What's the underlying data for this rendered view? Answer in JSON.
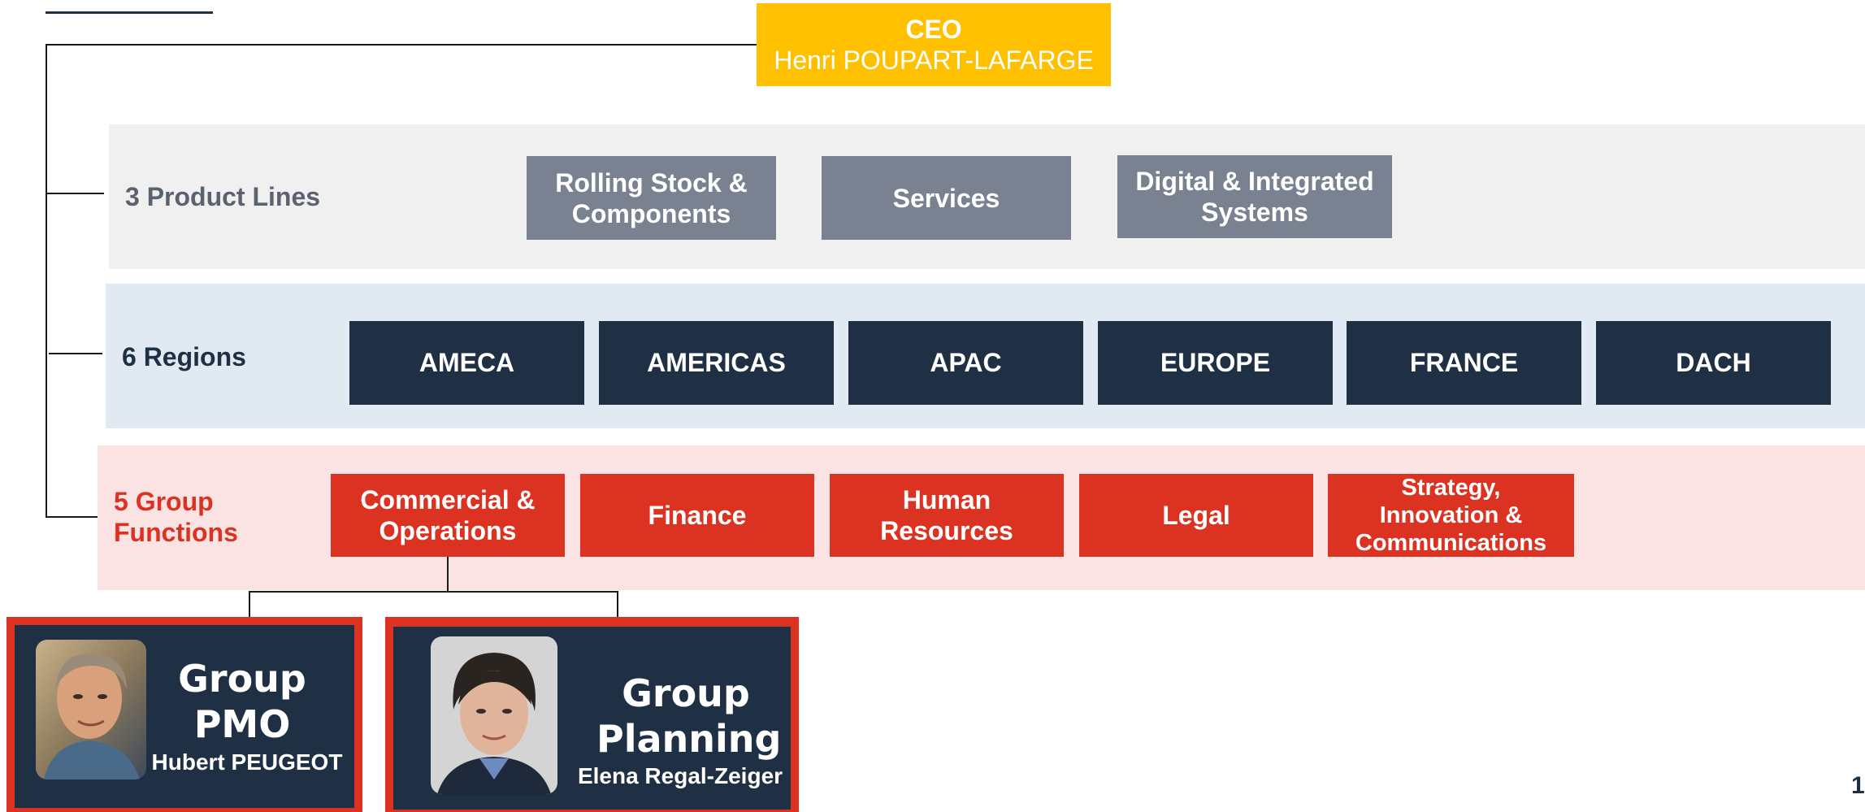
{
  "colors": {
    "ceo": "#ffc000",
    "product_line_band": "#f0f0f0",
    "product_line_box": "#7a8291",
    "product_line_label": "#5a6270",
    "regions_band": "#e1e9f2",
    "region_box": "#1f3044",
    "functions_band": "#fbe3e3",
    "function_box": "#dc3222"
  },
  "ceo": {
    "title": "CEO",
    "name": "Henri POUPART-LAFARGE"
  },
  "product_lines": {
    "label": "3 Product Lines",
    "items": [
      {
        "label": "Rolling Stock & Components"
      },
      {
        "label": "Services"
      },
      {
        "label": "Digital & Integrated Systems"
      }
    ]
  },
  "regions": {
    "label": "6 Regions",
    "items": [
      {
        "label": "AMECA"
      },
      {
        "label": "AMERICAS"
      },
      {
        "label": "APAC"
      },
      {
        "label": "EUROPE"
      },
      {
        "label": "FRANCE"
      },
      {
        "label": "DACH"
      }
    ]
  },
  "group_functions": {
    "label": "5 Group Functions",
    "items": [
      {
        "label": "Commercial & Operations"
      },
      {
        "label": "Finance"
      },
      {
        "label": "Human Resources"
      },
      {
        "label": "Legal"
      },
      {
        "label": "Strategy, Innovation & Communications"
      }
    ]
  },
  "sub_units": [
    {
      "title": "Group PMO",
      "name": "Hubert PEUGEOT",
      "photo_icon": "man-portrait-photo"
    },
    {
      "title": "Group Planning",
      "name": "Elena Regal-Zeiger",
      "photo_icon": "woman-portrait-photo"
    }
  ],
  "page_number": "1"
}
